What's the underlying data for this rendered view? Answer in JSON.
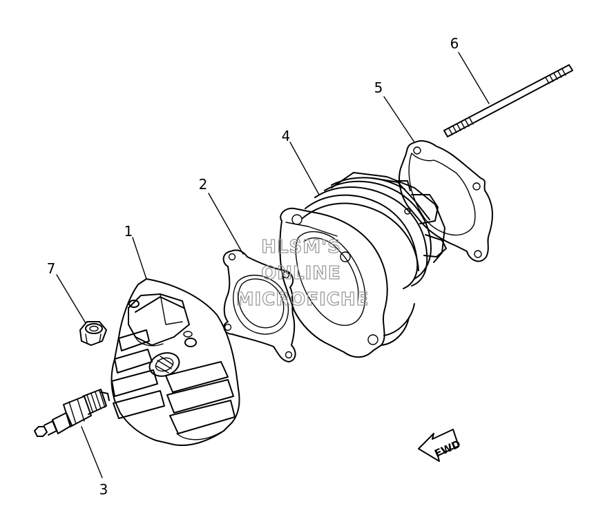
{
  "callouts": {
    "c1": "1",
    "c2": "2",
    "c3": "3",
    "c4": "4",
    "c5": "5",
    "c6": "6",
    "c7": "7"
  },
  "watermark": {
    "line1": "HLSM'S",
    "line2": "ONLINE",
    "line3": "MICROFICHE"
  },
  "direction_label": "FWD"
}
